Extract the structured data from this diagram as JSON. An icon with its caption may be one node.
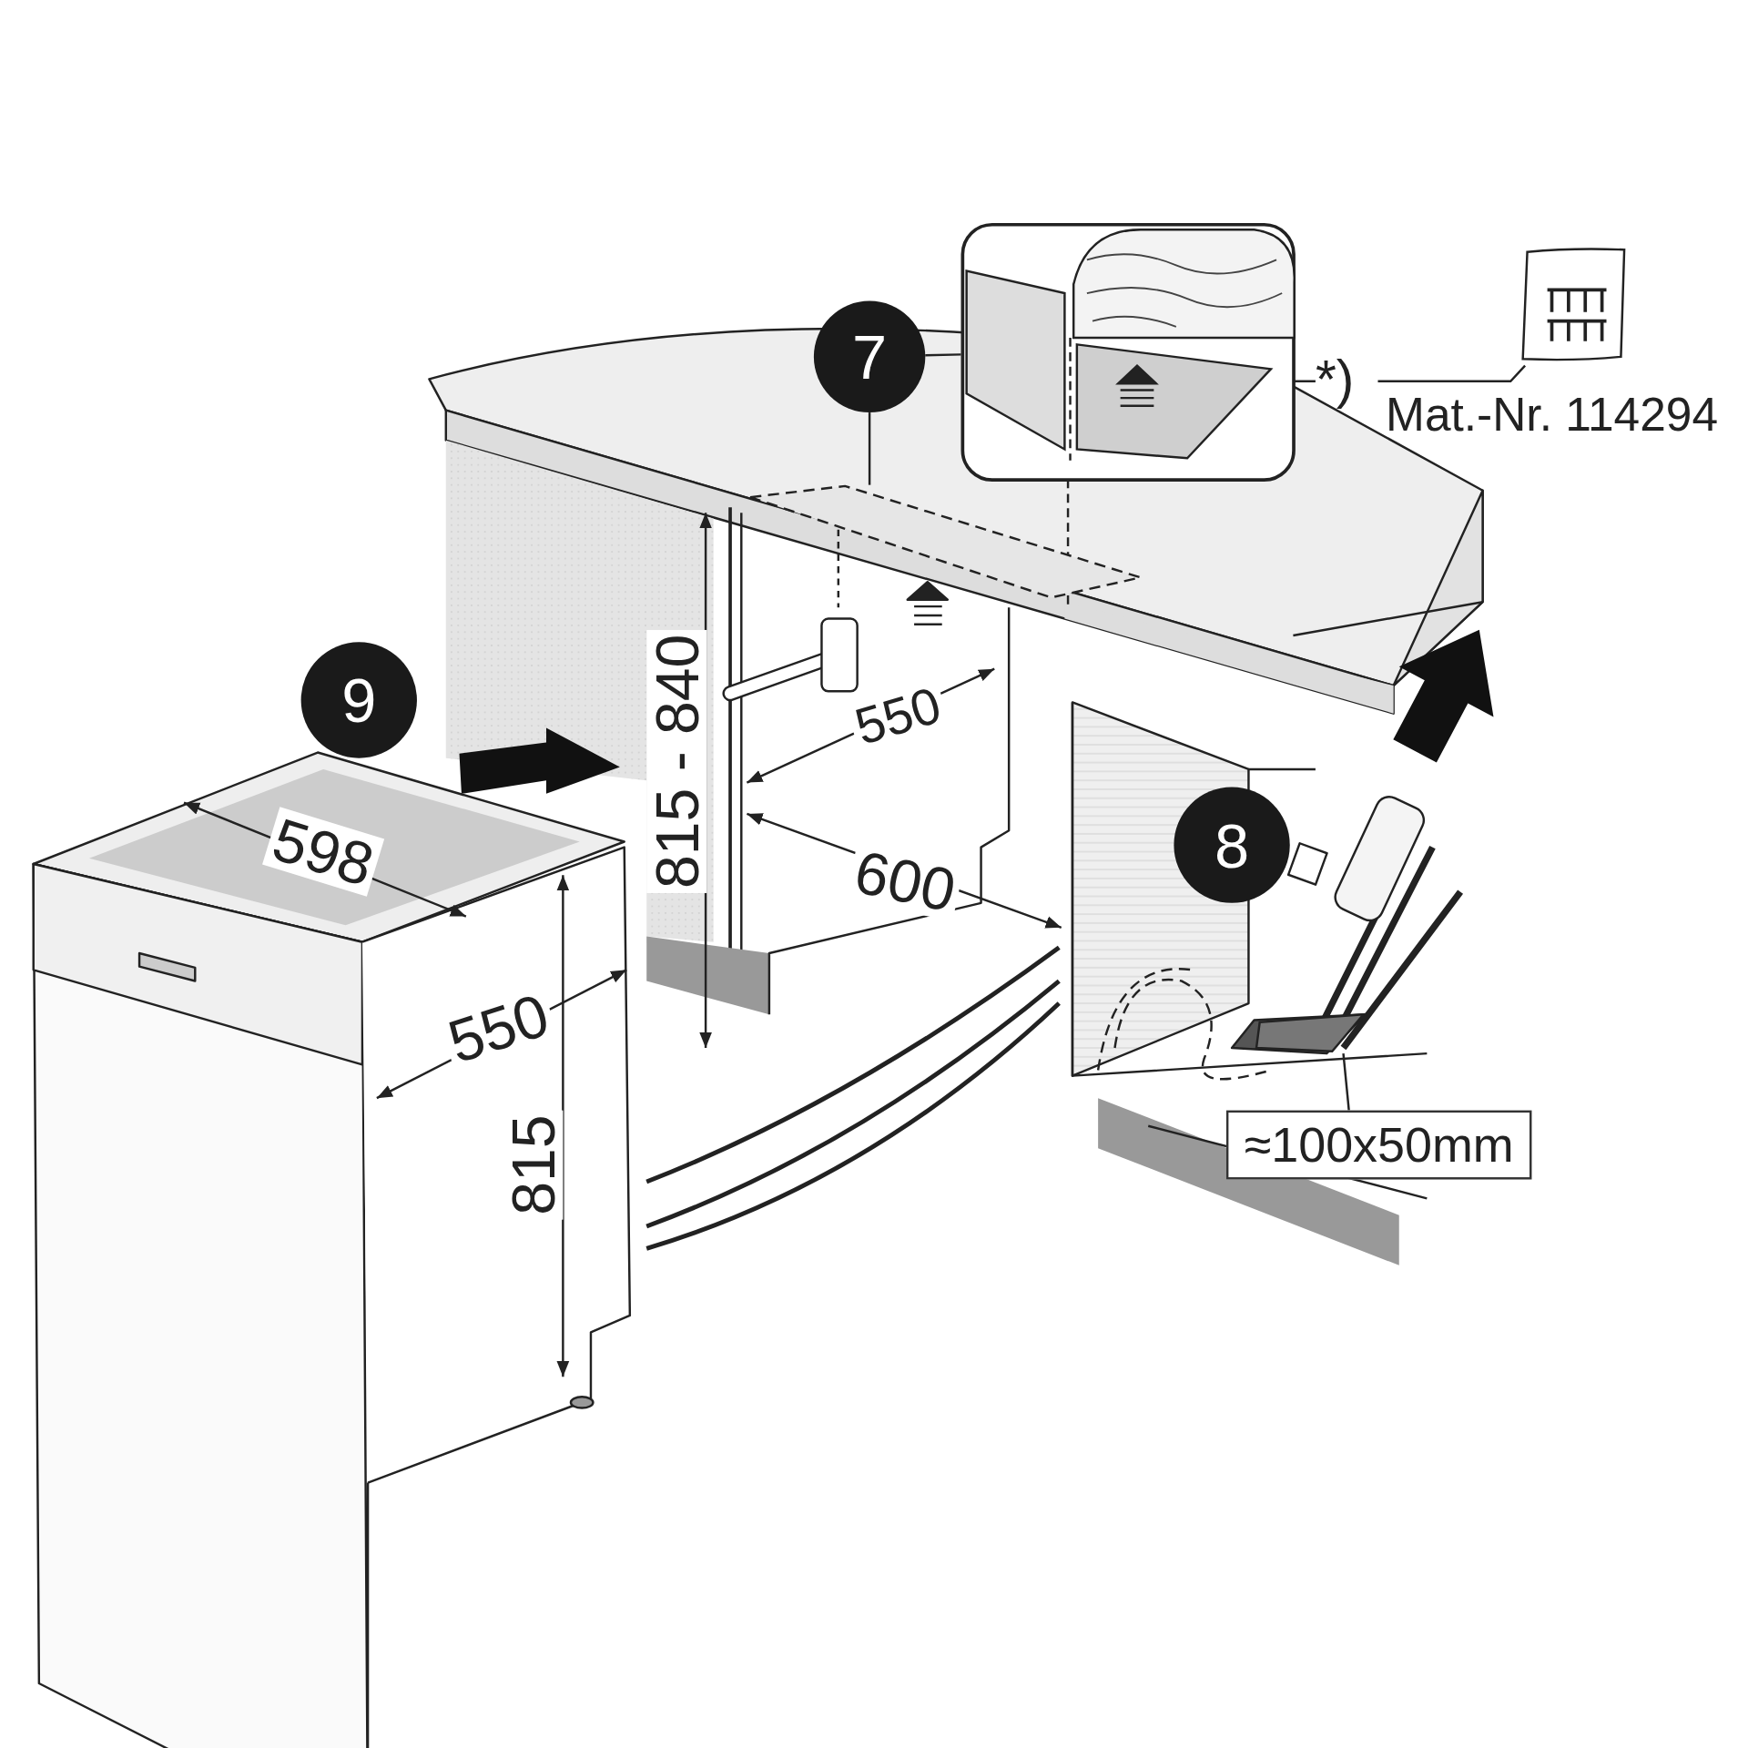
{
  "diagram": {
    "nodes": [
      {
        "text": [
          "7"
        ]
      },
      {
        "text": [],
        "shape": "box"
      },
      {
        "text": [],
        "shape": "picture"
      },
      {
        "text": [],
        "shape": "box",
        "in": 2
      },
      {
        "text": [
          "*)"
        ]
      },
      {
        "text": [],
        "shape": "picture"
      },
      {
        "text": [
          "≈100x50mm"
        ]
      },
      {
        "text": [],
        "shape": "box"
      },
      {
        "text": [
          "9"
        ]
      },
      {
        "text": [
          "8"
        ]
      }
    ],
    "edges": [
      {
        "from": 0,
        "to": 1,
        "arrow": "none"
      },
      {
        "from": 0,
        "to": 2,
        "arrow": "none"
      },
      {
        "from": 4,
        "to": 3,
        "arrow": "none"
      },
      {
        "from": 4,
        "to": 5,
        "arrow": "none"
      },
      {
        "from": 6,
        "to": 7,
        "arrow": "none"
      }
    ],
    "labels": [
      "Mat.-Nr. 114294",
      "815 - 840",
      "550",
      "598",
      "600",
      "550",
      "815"
    ]
  }
}
